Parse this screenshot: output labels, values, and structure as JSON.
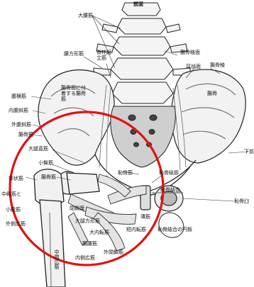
{
  "colors": {
    "line": "#222222",
    "shade": "#777777",
    "highlight_circle": "#e31212",
    "background": "#ffffff"
  },
  "labels": {
    "top": "前面",
    "psoas_major": "大腰筋",
    "quadratus_lumborum": "腰方形筋",
    "erector_spinae": "脊柱起立筋",
    "iliac_crest_top": "腸骨稜面",
    "auricular_surface": "耳状面",
    "iliac_crest": "腸骨稜",
    "latissimus_dorsi": "腹横筋",
    "iliac_attach": "腸骨窩に付着する腸骨筋",
    "internal_oblique": "内腹斜筋",
    "external_oblique": "外腹斜筋",
    "tensor": "腸骨筋",
    "ilium": "腸骨",
    "sartorius_top": "大腿直筋",
    "gluteus_minimus": "小臀筋",
    "piriformis": "梨状筋",
    "iliofemoral": "腸骨筋",
    "pubic": "恥骨筋",
    "pubic_tubercle": "恥骨結節",
    "obturator": "恥骨結合",
    "pubis": "恥骨臼",
    "right_margin": "下前",
    "gluteus_medius_l": "中殿筋と",
    "gluteus_min_l": "小殿筋",
    "vastus_lateralis": "外側広筋",
    "obturator_ext": "閉鎖膜",
    "quadratus_femoris": "大腿方形筋",
    "pectineus": "薄筋",
    "adductor_magnus": "大内転筋",
    "adductor_brevis": "短内転筋",
    "pubic_disc": "恥骨結合の円板",
    "iliopsoas": "腸腰筋",
    "vastus_medialis": "内側広筋",
    "obturator_external": "外閉鎖筋",
    "femur": "中間広筋"
  }
}
